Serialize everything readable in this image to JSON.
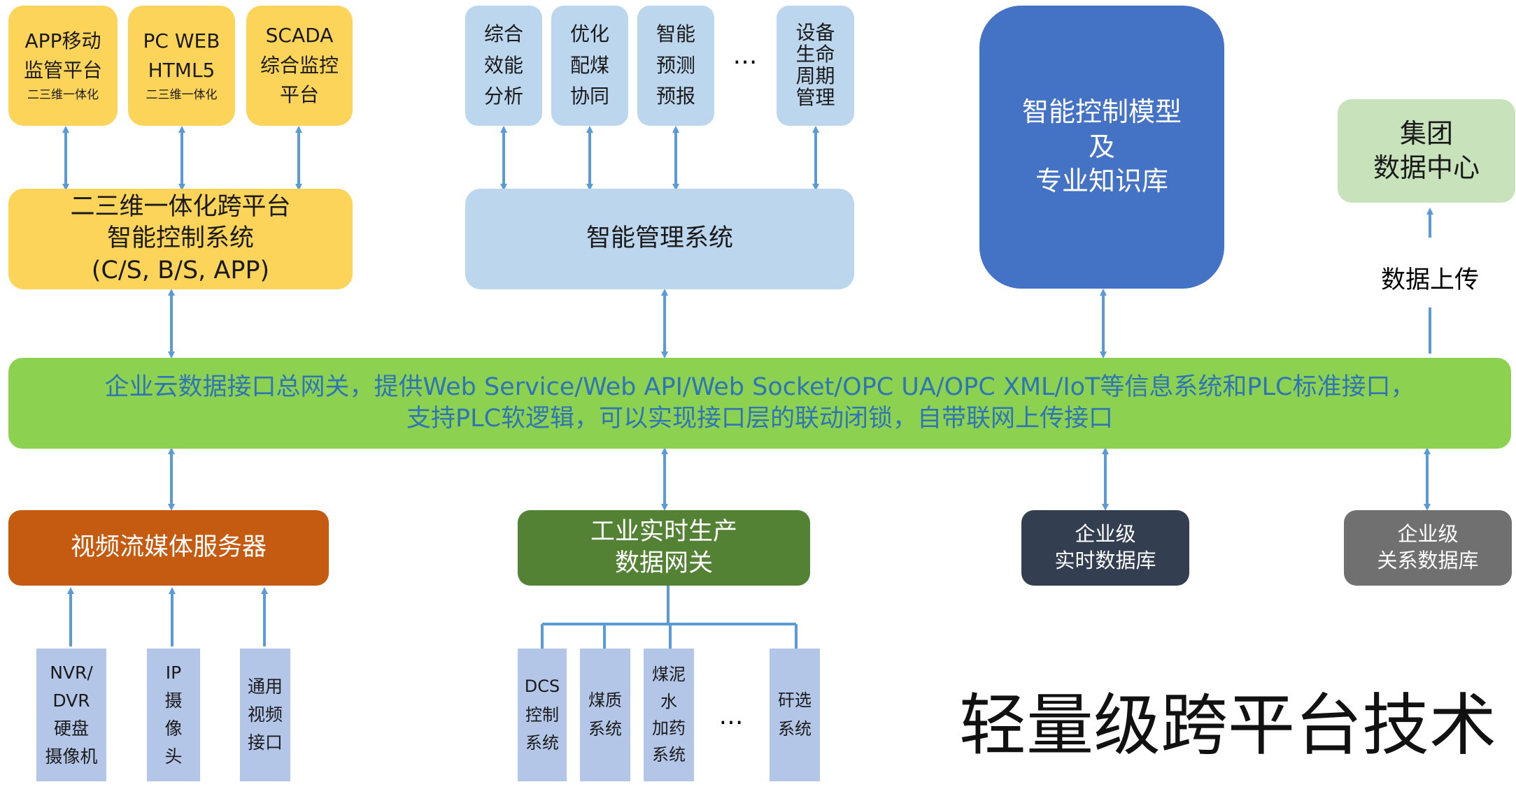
{
  "top_left": {
    "app": [
      "APP移动",
      "监管平台",
      "二三维一体化"
    ],
    "pcweb": [
      "PC WEB",
      "HTML5",
      "二三维一体化"
    ],
    "scada": [
      "SCADA",
      "综合监控",
      "平台"
    ],
    "platform": [
      "二三维一体化跨平台",
      "智能控制系统",
      "(C/S, B/S, APP)"
    ]
  },
  "top_mid": {
    "m1": [
      "综合",
      "效能",
      "分析"
    ],
    "m2": [
      "优化",
      "配煤",
      "协同"
    ],
    "m3": [
      "智能",
      "预测",
      "预报"
    ],
    "ellipsis": "…",
    "m4": [
      "设备",
      "生命",
      "周期",
      "管理"
    ],
    "system": "智能管理系统"
  },
  "model": [
    "智能控制模型",
    "及",
    "专业知识库"
  ],
  "group_center": [
    "集团",
    "数据中心"
  ],
  "upload_label": "数据上传",
  "gateway": [
    "企业云数据接口总网关，提供Web Service/Web API/Web Socket/OPC UA/OPC XML/IoT等信息系统和PLC标准接口，",
    "支持PLC软逻辑，可以实现接口层的联动闭锁，自带联网上传接口"
  ],
  "bottom": {
    "video": "视频流媒体服务器",
    "industrial": [
      "工业实时生产",
      "数据网关"
    ],
    "rtdb": [
      "企业级",
      "实时数据库"
    ],
    "reldb": [
      "企业级",
      "关系数据库"
    ]
  },
  "video_sources": {
    "nvr": [
      "NVR/",
      "DVR",
      "硬盘",
      "摄像机"
    ],
    "ip": [
      "IP",
      "摄",
      "像",
      "头"
    ],
    "generic": [
      "通用",
      "视频",
      "接口"
    ]
  },
  "industrial_sources": {
    "dcs": [
      "DCS",
      "控制",
      "系统"
    ],
    "coal": [
      "煤质",
      "系统"
    ],
    "slurry": [
      "煤泥",
      "水",
      "加药",
      "系统"
    ],
    "ellipsis": "…",
    "gangue": [
      "矸选",
      "系统"
    ]
  },
  "main_title": "轻量级跨平台技术",
  "colors": {
    "yellow": "#fcd45a",
    "light_blue": "#bcd6ee",
    "blue": "#4472c4",
    "light_green": "#c8e3bb",
    "gateway_green": "#8dd150",
    "gateway_text": "#2e75b6",
    "orange": "#c55a11",
    "dark_green": "#548235",
    "navy": "#333f50",
    "gray": "#707070",
    "source_blue": "#b4c6e7",
    "arrow": "#5b9bd5"
  }
}
